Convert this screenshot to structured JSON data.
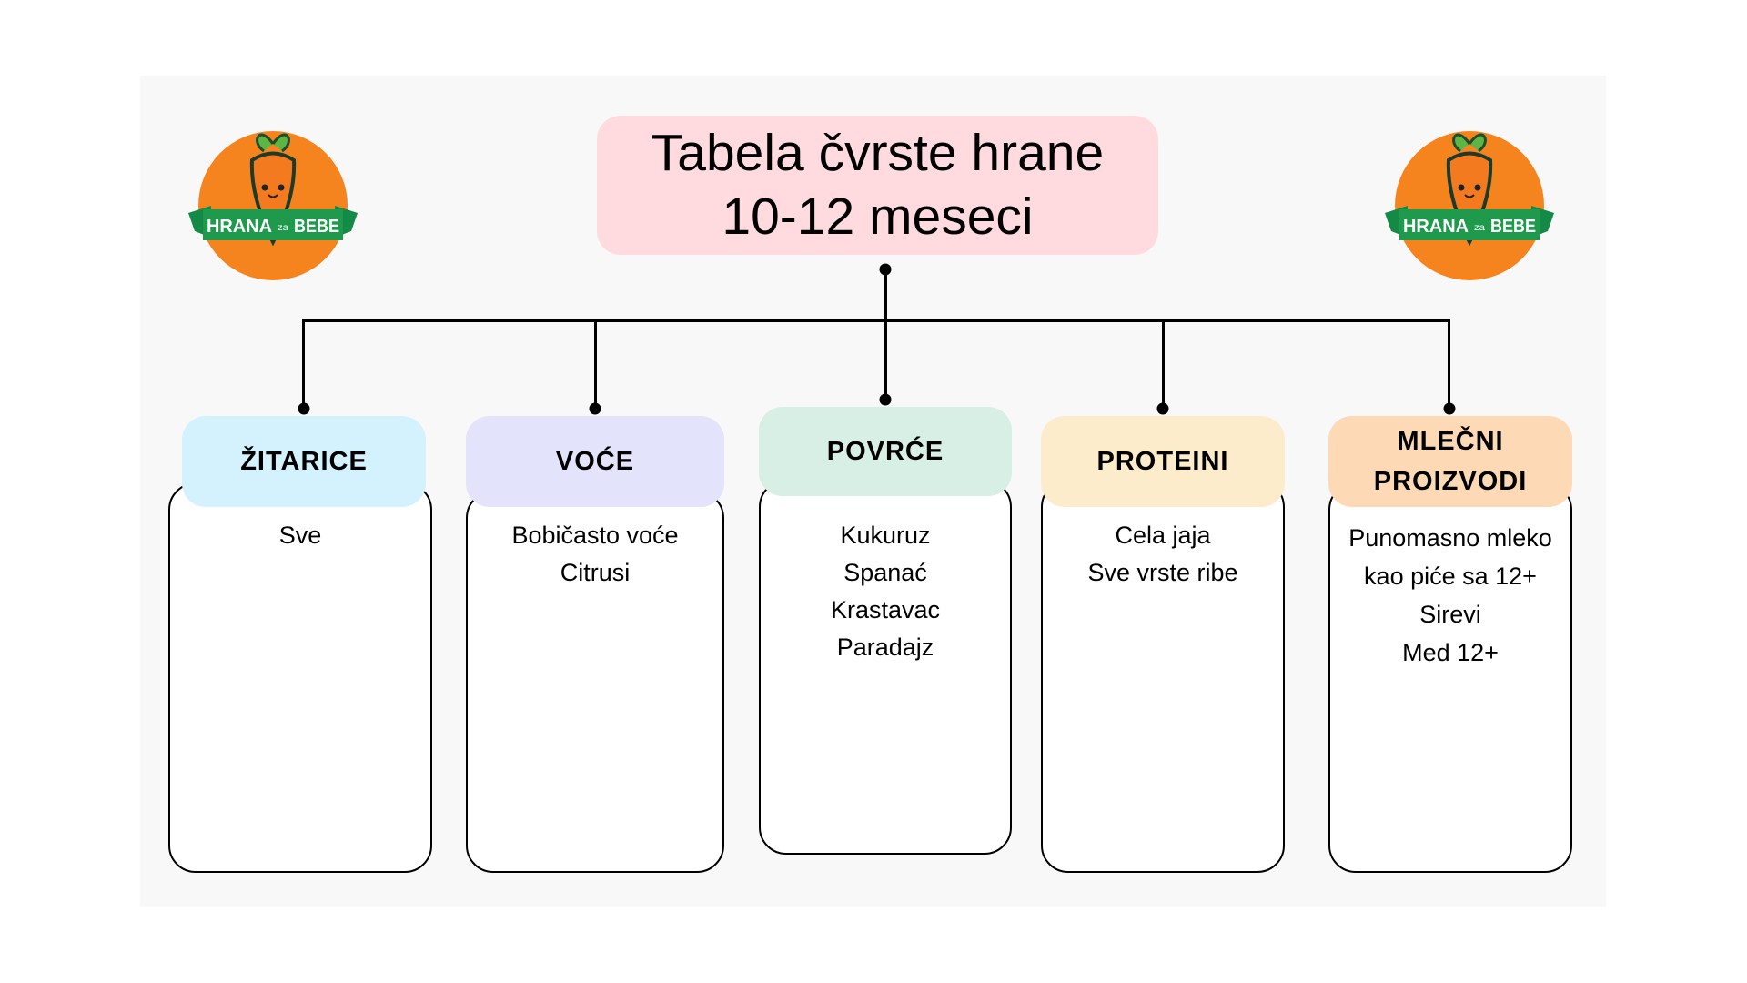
{
  "title": {
    "line1": "Tabela čvrste hrane",
    "line2": "10-12 meseci"
  },
  "logo": {
    "text_left": "HRANA",
    "text_mid": "za",
    "text_right": "BEBE"
  },
  "colors": {
    "title_bg": "#ffdbe0",
    "zitarice": "#d3f2fd",
    "voce": "#e3e3fb",
    "povrce": "#d7efe4",
    "proteini": "#fdeccb",
    "mlecni": "#fdd9b6"
  },
  "categories": [
    {
      "name": "ŽITARICE",
      "items": [
        "Sve"
      ]
    },
    {
      "name": "VOĆE",
      "items": [
        "Bobičasto voće",
        "Citrusi"
      ]
    },
    {
      "name": "POVRĆE",
      "items": [
        "Kukuruz",
        "Spanać",
        "Krastavac",
        "Paradajz"
      ]
    },
    {
      "name": "PROTEINI",
      "items": [
        "Cela jaja",
        "Sve vrste ribe"
      ]
    },
    {
      "name": "MLEČNI PROIZVODI",
      "items": [
        "Punomasno mleko",
        "kao piće sa 12+",
        "Sirevi",
        "Med 12+"
      ]
    }
  ]
}
